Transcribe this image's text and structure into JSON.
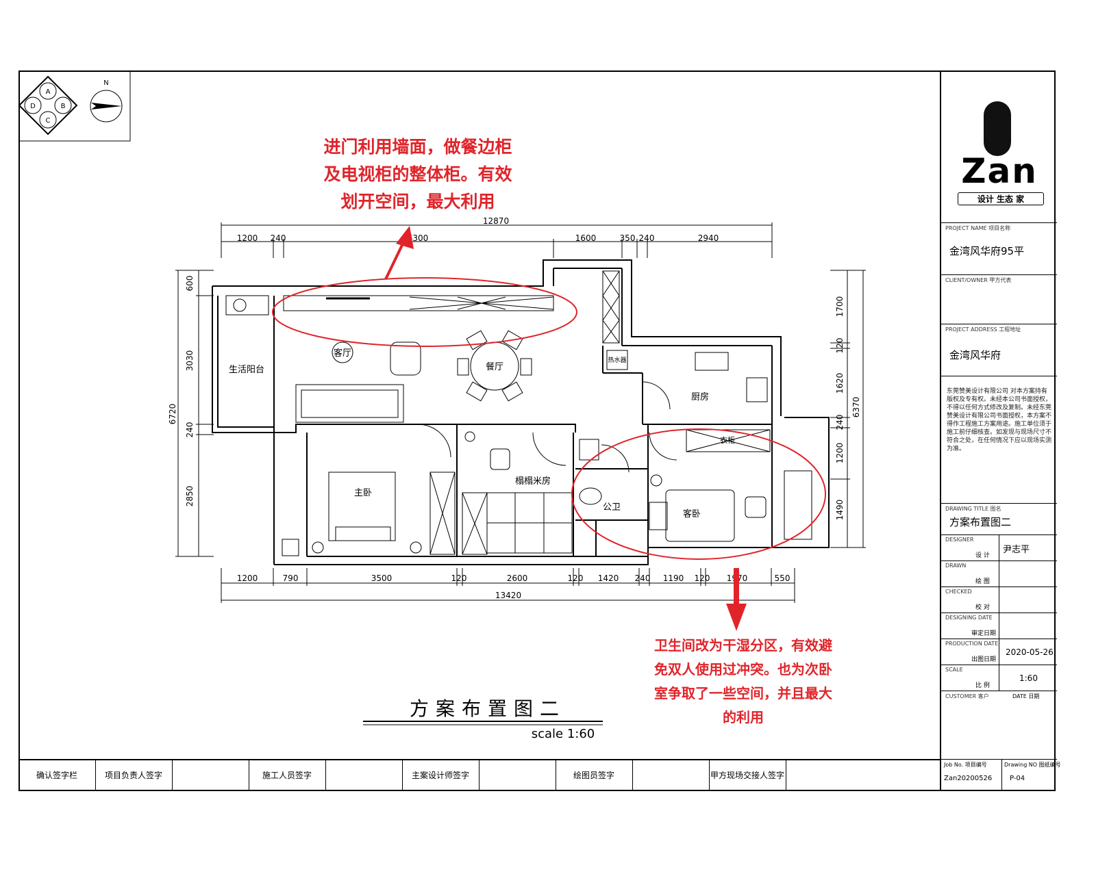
{
  "compass": {
    "north_label": "N",
    "zones": [
      "A",
      "B",
      "C",
      "D"
    ]
  },
  "annotations": {
    "top": [
      "进门利用墙面，做餐边柜",
      "及电视柜的整体柜。有效",
      "划开空间，最大利用"
    ],
    "bottom": [
      "卫生间改为干湿分区，有效避",
      "免双人使用过冲突。也为次卧",
      "室争取了一些空间，并且最大",
      "的利用"
    ]
  },
  "dimensions": {
    "top_total": "12870",
    "top": [
      "1200",
      "240",
      "6300",
      "1600",
      "350",
      "240",
      "2940"
    ],
    "bottom_total": "13420",
    "bottom": [
      "1200",
      "790",
      "3500",
      "120",
      "2600",
      "120",
      "1420",
      "240",
      "1190",
      "120",
      "1970",
      "550"
    ],
    "left_total": "6720",
    "left": [
      "600",
      "3030",
      "240",
      "2850"
    ],
    "right_total": "6370",
    "right": [
      "1700",
      "120",
      "1620",
      "240",
      "1200",
      "1490"
    ]
  },
  "rooms": {
    "living": "客厅",
    "dining": "餐厅",
    "balcony": "生活阳台",
    "kitchen": "厨房",
    "master_bedroom": "主卧",
    "study": "榻榻米房",
    "bathroom": "公卫",
    "guest_bedroom": "客卧",
    "wardrobe": "衣柜",
    "water_heater": "热水器"
  },
  "drawing_title": "方案布置图二",
  "drawing_scale": "scale 1:60",
  "title_block": {
    "logo_text": "Zan",
    "logo_sub": "设计 生态 家",
    "project_label": "PROJECT NAME 项目名称",
    "project_name": "金湾风华府95平",
    "client_label": "CLIENT/OWNER 甲方代表",
    "address_label": "PROJECT ADDRESS 工程地址",
    "address": "金湾风华府",
    "notes": "东莞赞美设计有限公司 对本方案持有版权及专有权。未经本公司书面授权，不得以任何方式修改及复制。未经东莞赞美设计有限公司书面授权，本方案不得作工程施工方案用途。施工单位须于施工前仔细核查。如发现与现场尺寸不符合之处，在任何情况下应以现场实测为准。",
    "drawing_label": "DRAWING TITLE 图名",
    "drawing_name": "方案布置图二",
    "designer_label": "DESIGNER",
    "designer_cn": "设 计",
    "designer_name": "尹志平",
    "draw_label": "DRAWN",
    "draw_cn": "绘 图",
    "check_label": "CHECKED",
    "check_cn": "校 对",
    "confirm_label": "DESIGNING DATE",
    "confirm_cn": "审定日期",
    "date_label": "PRODUCTION DATE",
    "date_cn": "出图日期",
    "date": "2020-05-26",
    "scale_label": "SCALE",
    "scale_cn": "比 例",
    "scale": "1:60",
    "customer_label": "CUSTOMER 客户",
    "sign_label": "DATE 日期",
    "job_label": "Job No. 项目编号",
    "job_no": "Zan20200526",
    "dwg_label": "Drawing NO 图纸编号",
    "dwg_no": "P-04"
  },
  "signatures": [
    "确认签字栏",
    "项目负责人签字",
    "施工人员签字",
    "主案设计师签字",
    "绘图员签字",
    "甲方现场交接人签字"
  ],
  "colors": {
    "annotation": "#e0242a",
    "line": "#000000"
  }
}
